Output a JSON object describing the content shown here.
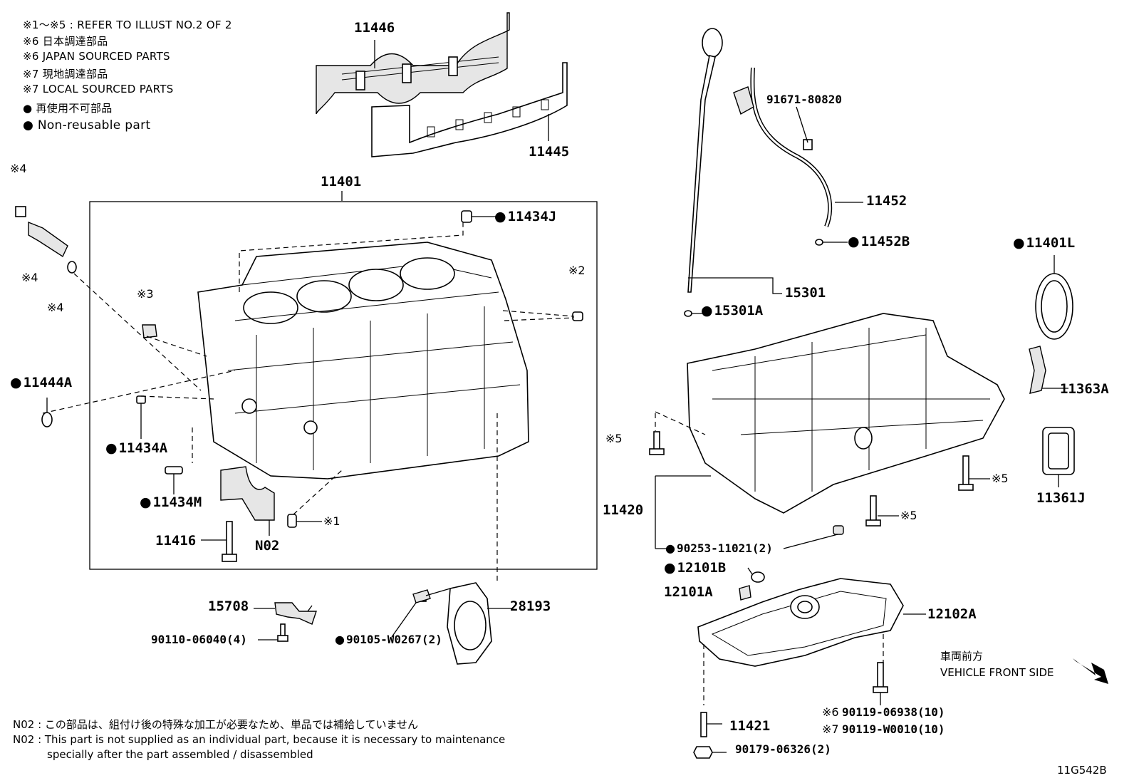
{
  "legend": [
    "※1～※5 : REFER TO ILLUST NO.2 OF 2",
    "※6 日本調達部品",
    "※6 JAPAN SOURCED PARTS",
    "※7 現地調達部品",
    "※7 LOCAL SOURCED PARTS",
    "● 再使用不可部品",
    "● Non-reusable part"
  ],
  "parts": {
    "p11446": "11446",
    "p11445": "11445",
    "p11401": "11401",
    "p11434J": "11434J",
    "p91671": "91671-80820",
    "p11452": "11452",
    "p11452B": "11452B",
    "p11401L": "11401L",
    "p15301": "15301",
    "p15301A": "15301A",
    "p11363A": "11363A",
    "p11361J": "11361J",
    "p11444A": "11444A",
    "p11434A": "11434A",
    "p11434M": "11434M",
    "p11416": "11416",
    "pN02": "N02",
    "p11420": "11420",
    "p90253": "90253-11021(2)",
    "p12101B": "12101B",
    "p12101A": "12101A",
    "p12102A": "12102A",
    "p15708": "15708",
    "p90110": "90110-06040(4)",
    "p28193": "28193",
    "p90105": "90105-W0267(2)",
    "p11421": "11421",
    "p90179": "90179-06326(2)",
    "p90119a": "90119-06938(10)",
    "p90119b": "90119-W0010(10)"
  },
  "notes": {
    "n4a": "※4",
    "n4b": "※4",
    "n4c": "※4",
    "n3": "※3",
    "n2": "※2",
    "n1": "※1",
    "n5a": "※5",
    "n5b": "※5",
    "n5c": "※5",
    "n6": "※6",
    "n7": "※7"
  },
  "vehicle_front": {
    "jp": "車両前方",
    "en": "VEHICLE FRONT SIDE"
  },
  "footnotes": [
    "N02 : この部品は、組付け後の特殊な加工が必要なため、単品では補給していません",
    "N02 : This part is not supplied as an individual part, because it is necessary to maintenance",
    "specially after the part assembled / disassembled"
  ],
  "illustration_code": "11G542B"
}
